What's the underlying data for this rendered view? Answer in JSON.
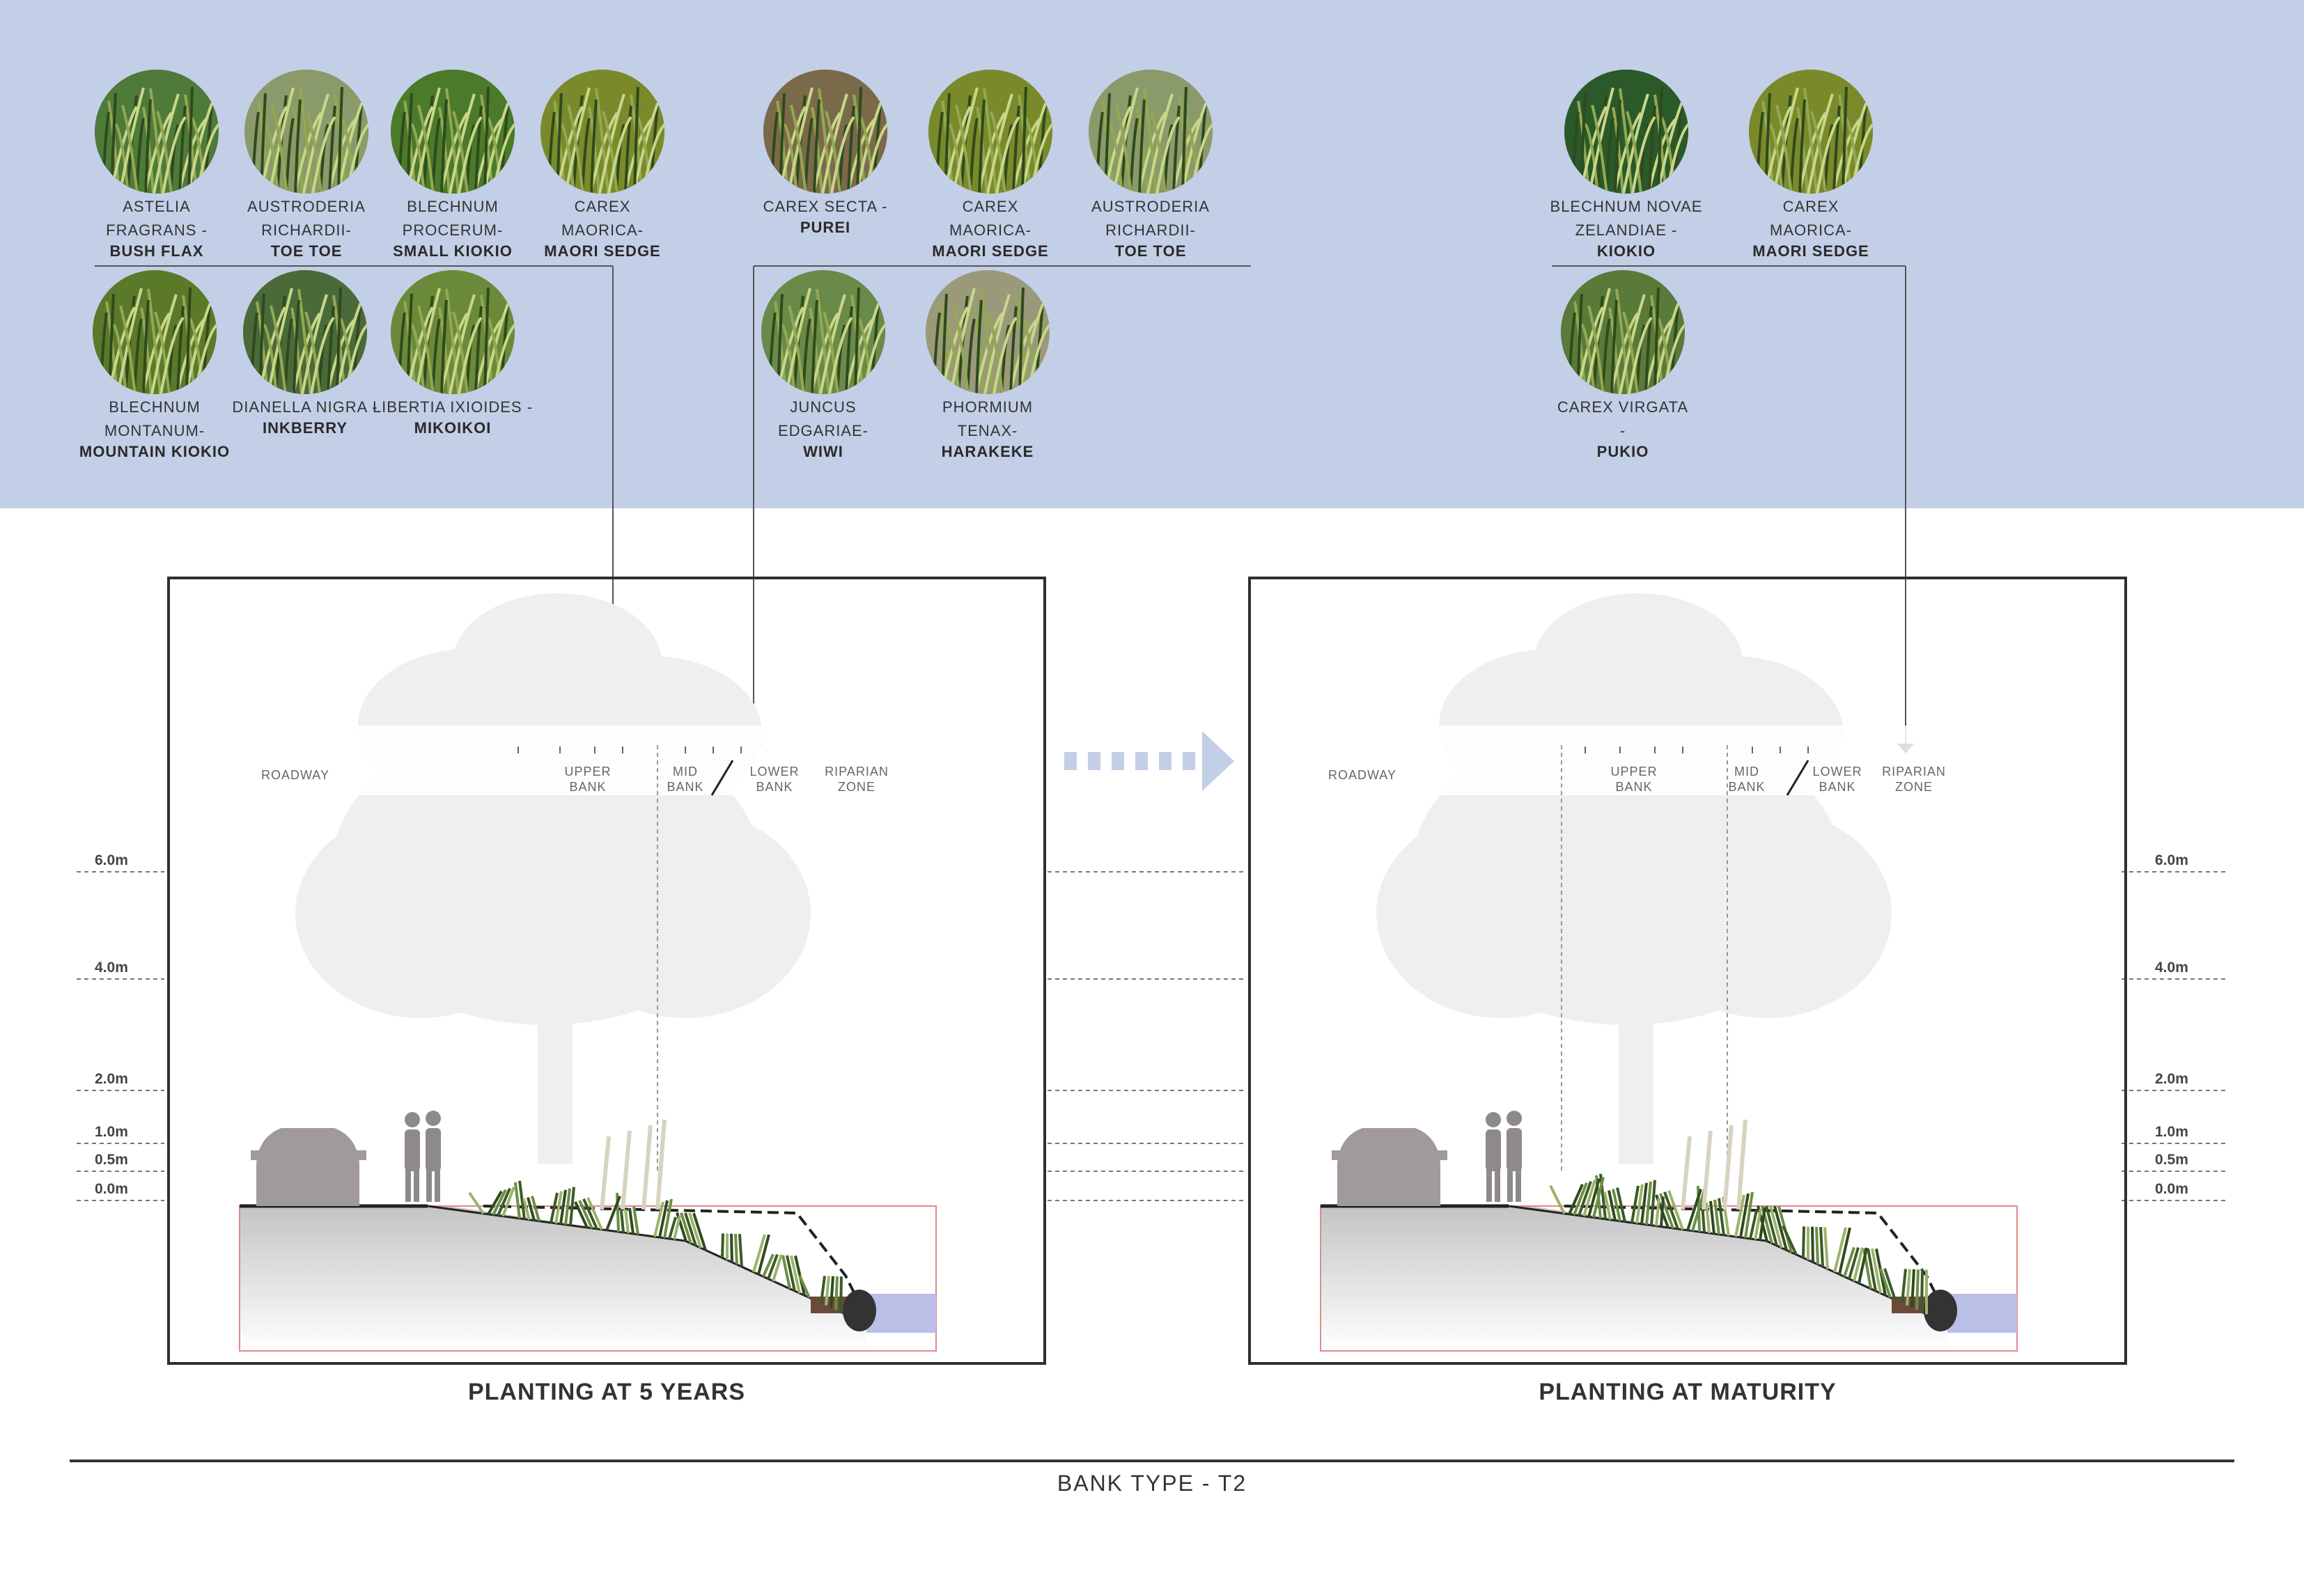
{
  "plants": [
    {
      "id": "astelia",
      "lines": [
        "ASTELIA",
        "FRAGRANS -"
      ],
      "common": "BUSH FLAX",
      "color": "#4e7a3a"
    },
    {
      "id": "austroderia-1",
      "lines": [
        "AUSTRODERIA",
        "RICHARDII-"
      ],
      "common": "TOE TOE",
      "color": "#8a9a6a"
    },
    {
      "id": "blechnum-procerum",
      "lines": [
        "BLECHNUM",
        "PROCERUM-"
      ],
      "common": "SMALL KIOKIO",
      "color": "#4a7a2a"
    },
    {
      "id": "carex-maorica-1",
      "lines": [
        "CAREX",
        "MAORICA-"
      ],
      "common": "MAORI SEDGE",
      "color": "#7a8a2a"
    },
    {
      "id": "blechnum-montanum",
      "lines": [
        "BLECHNUM",
        "MONTANUM-"
      ],
      "common": "MOUNTAIN KIOKIO",
      "color": "#5a7a2a"
    },
    {
      "id": "dianella",
      "lines": [
        "DIANELLA NIGRA -"
      ],
      "common": "INKBERRY",
      "color": "#4a6a3a"
    },
    {
      "id": "libertia",
      "lines": [
        "LIBERTIA IXIOIDES -"
      ],
      "common": "MIKOIKOI",
      "color": "#6a8a3a"
    },
    {
      "id": "carex-secta",
      "lines": [
        "CAREX SECTA -"
      ],
      "common": "PUREI",
      "color": "#7a6a4a"
    },
    {
      "id": "carex-maorica-2",
      "lines": [
        "CAREX",
        "MAORICA-"
      ],
      "common": "MAORI SEDGE",
      "color": "#7a8a2a"
    },
    {
      "id": "austroderia-2",
      "lines": [
        "AUSTRODERIA",
        "RICHARDII-"
      ],
      "common": "TOE TOE",
      "color": "#8a9a6a"
    },
    {
      "id": "juncus",
      "lines": [
        "JUNCUS",
        "EDGARIAE-"
      ],
      "common": "WIWI",
      "color": "#6a8a4a"
    },
    {
      "id": "phormium",
      "lines": [
        "PHORMIUM",
        "TENAX-"
      ],
      "common": "HARAKEKE",
      "color": "#9a9a7a"
    },
    {
      "id": "blechnum-novae",
      "lines": [
        "BLECHNUM NOVAE",
        "ZELANDIAE -"
      ],
      "common": "KIOKIO",
      "color": "#2a5a2a"
    },
    {
      "id": "carex-maorica-3",
      "lines": [
        "CAREX",
        "MAORICA-"
      ],
      "common": "MAORI SEDGE",
      "color": "#7a8a2a"
    },
    {
      "id": "carex-virgata",
      "lines": [
        "CAREX VIRGATA",
        "-"
      ],
      "common": "PUKIO",
      "color": "#5a7a3a"
    }
  ],
  "zones": {
    "roadway": "ROADWAY",
    "upper_bank": [
      "UPPER",
      "BANK"
    ],
    "mid_bank": [
      "MID",
      "BANK"
    ],
    "lower_bank": [
      "LOWER",
      "BANK"
    ],
    "riparian": [
      "RIPARIAN",
      "ZONE"
    ]
  },
  "levels": [
    "6.0m",
    "4.0m",
    "2.0m",
    "1.0m",
    "0.5m",
    "0.0m"
  ],
  "panels": {
    "left_title": "PLANTING AT 5 YEARS",
    "right_title": "PLANTING AT MATURITY"
  },
  "footer": "BANK TYPE - T2",
  "colors": {
    "band": "#c3cfe7",
    "arrow": "#c3cfe7",
    "water": "#b9bfe6"
  }
}
